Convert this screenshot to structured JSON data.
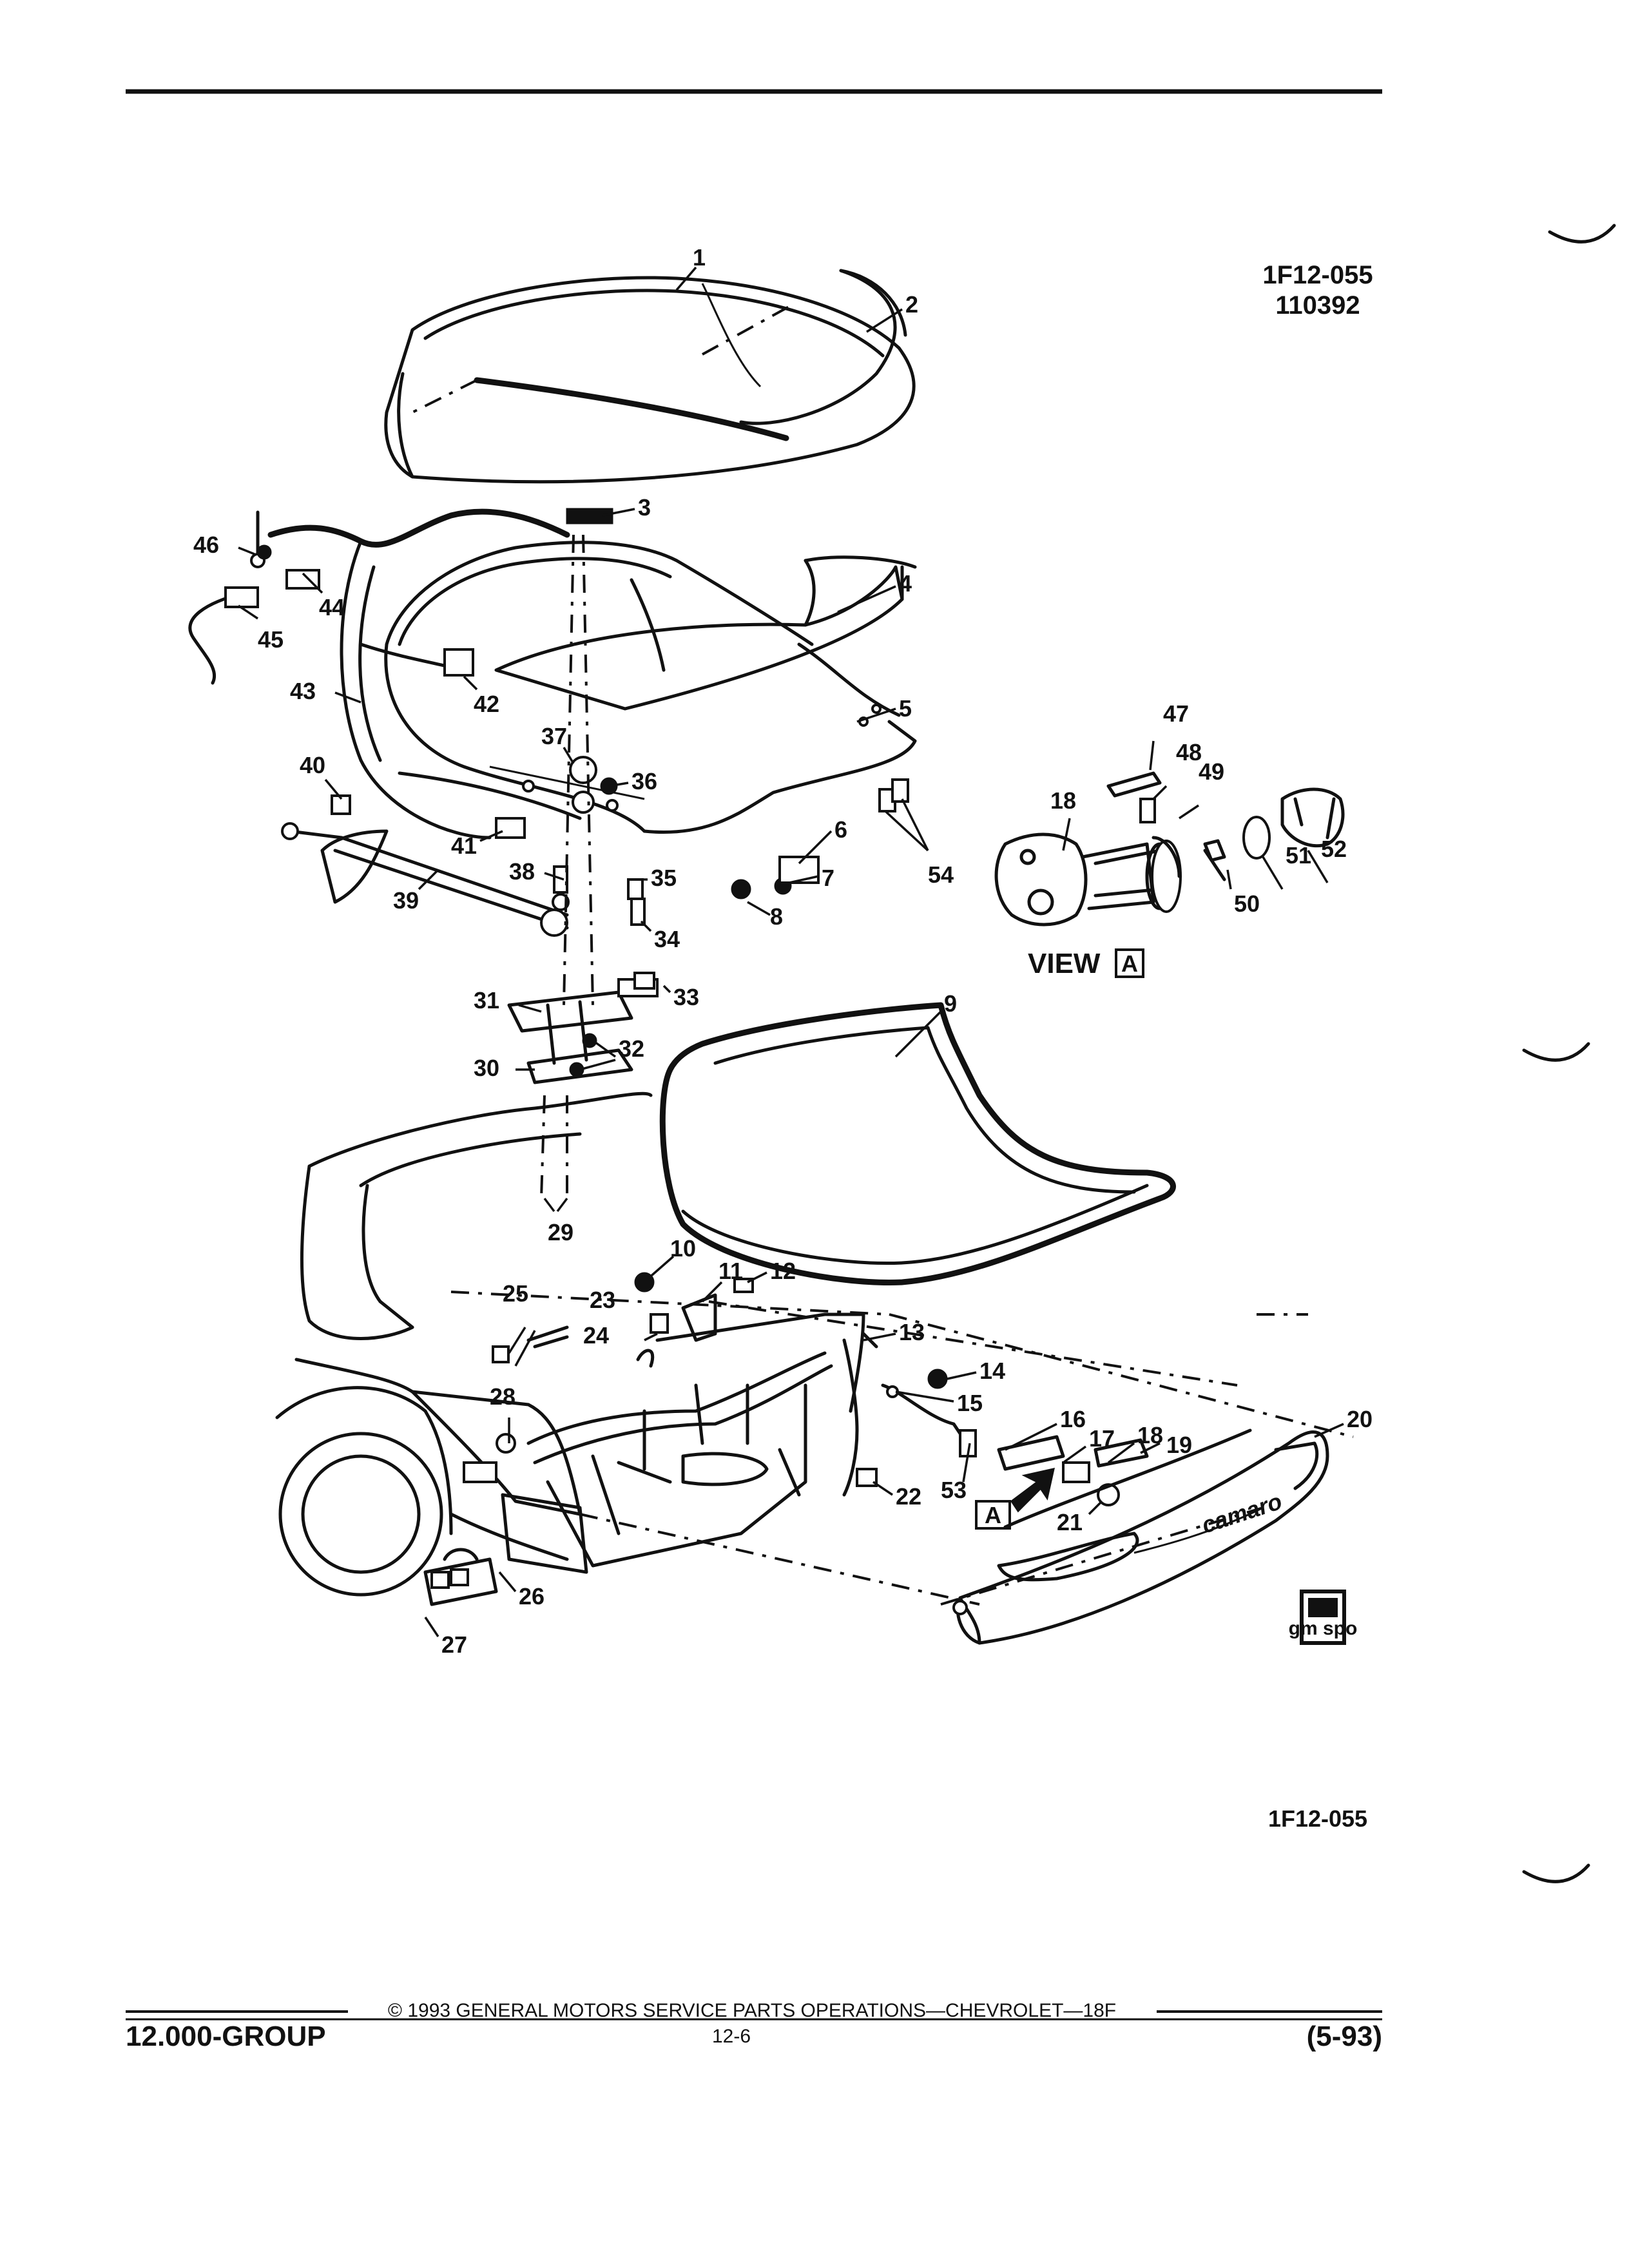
{
  "diagram_code": "1F12-055",
  "diagram_code_secondary": "110392",
  "bottom_code": "1F12-055",
  "view_label": "VIEW",
  "view_letter": "A",
  "inset_letter": "A",
  "logo_text": "gm spo",
  "footer": {
    "copyright": "© 1993 GENERAL MOTORS SERVICE PARTS OPERATIONS—CHEVROLET—18F",
    "group": "12.000-GROUP",
    "page": "12-6",
    "date": "(5-93)"
  },
  "callouts": [
    "1",
    "2",
    "3",
    "4",
    "5",
    "6",
    "7",
    "8",
    "9",
    "10",
    "11",
    "12",
    "13",
    "14",
    "15",
    "16",
    "17",
    "18",
    "19",
    "20",
    "21",
    "22",
    "23",
    "24",
    "25",
    "26",
    "27",
    "28",
    "29",
    "30",
    "31",
    "32",
    "33",
    "34",
    "35",
    "36",
    "37",
    "38",
    "39",
    "40",
    "41",
    "42",
    "43",
    "44",
    "45",
    "46",
    "47",
    "48",
    "49",
    "50",
    "51",
    "52",
    "53",
    "54"
  ],
  "icons": [
    "rear-deck-lid",
    "trunk-weatherstrip",
    "rear-fascia",
    "lock-cylinder-view-a",
    "gm-spo-logo"
  ]
}
